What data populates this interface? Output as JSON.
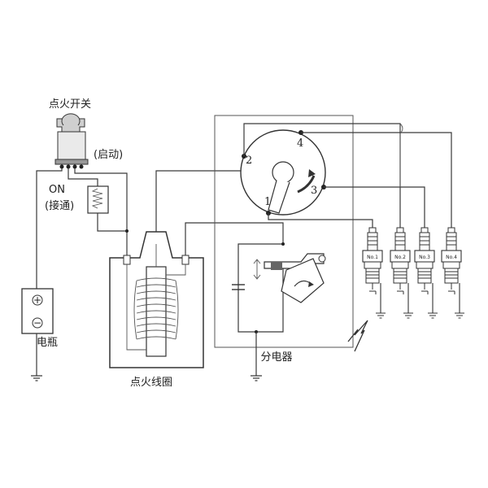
{
  "labels": {
    "ignition_switch": "点火开关",
    "start": "(启动)",
    "on": "ON",
    "on_connected": "(接通)",
    "battery": "电瓶",
    "ignition_coil": "点火线圈",
    "distributor": "分电器",
    "battery_plus": "+",
    "battery_minus": "−"
  },
  "distributor_numbers": [
    "1",
    "2",
    "3",
    "4"
  ],
  "spark_plugs": [
    "No.1",
    "No.2",
    "No.3",
    "No.4"
  ]
}
